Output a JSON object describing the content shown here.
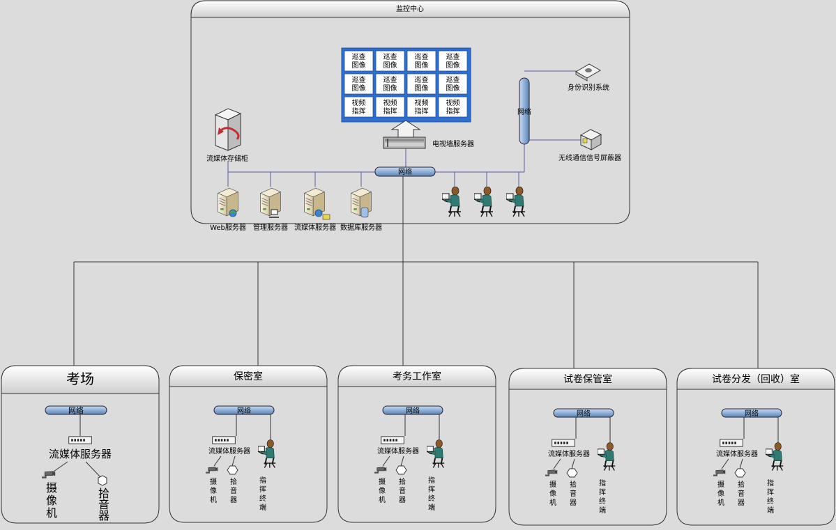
{
  "colors": {
    "background": "#dcdcdc",
    "panel_border": "#333333",
    "link_line": "#5a5aa0",
    "network_bar": "#8fb0d8",
    "video_wall_border": "#2f6fd0",
    "tree_line": "#333333"
  },
  "center": {
    "title": "监控中心",
    "video_wall": {
      "rows": [
        [
          "巡查图像",
          "巡查图像",
          "巡查图像",
          "巡查图像"
        ],
        [
          "巡查图像",
          "巡查图像",
          "巡查图像",
          "巡查图像"
        ],
        [
          "视频指挥",
          "视频指挥",
          "视频指挥",
          "视频指挥"
        ]
      ]
    },
    "tv_wall_server": "电视墙服务器",
    "storage": "流媒体存储柜",
    "main_network": "网络",
    "side_network": "网络",
    "id_system": "身份识别系统",
    "jammer": "无线通信信号屏蔽器",
    "servers": [
      "Web服务器",
      "管理服务器",
      "流媒体服务器",
      "数据库服务器"
    ],
    "terminals": [
      "operator-terminal",
      "operator-terminal",
      "operator-terminal"
    ]
  },
  "sites": [
    {
      "title": "考场",
      "network": "网络",
      "server": "流媒体服务器",
      "camera": "摄像机",
      "mic": "拾音器"
    },
    {
      "title": "保密室",
      "network": "网络",
      "server": "流媒体服务器",
      "camera": "摄像机",
      "mic": "拾音器",
      "terminal": "指挥终端"
    },
    {
      "title": "考务工作室",
      "network": "网络",
      "server": "流媒体服务器",
      "camera": "摄像机",
      "mic": "拾音器",
      "terminal": "指挥终端"
    },
    {
      "title": "试卷保管室",
      "network": "网络",
      "server": "流媒体服务器",
      "camera": "摄像机",
      "mic": "拾音器",
      "terminal": "指挥终端"
    },
    {
      "title": "试卷分发（回收）室",
      "network": "网络",
      "server": "流媒体服务器",
      "camera": "摄像机",
      "mic": "拾音器",
      "terminal": "指挥终端"
    }
  ]
}
